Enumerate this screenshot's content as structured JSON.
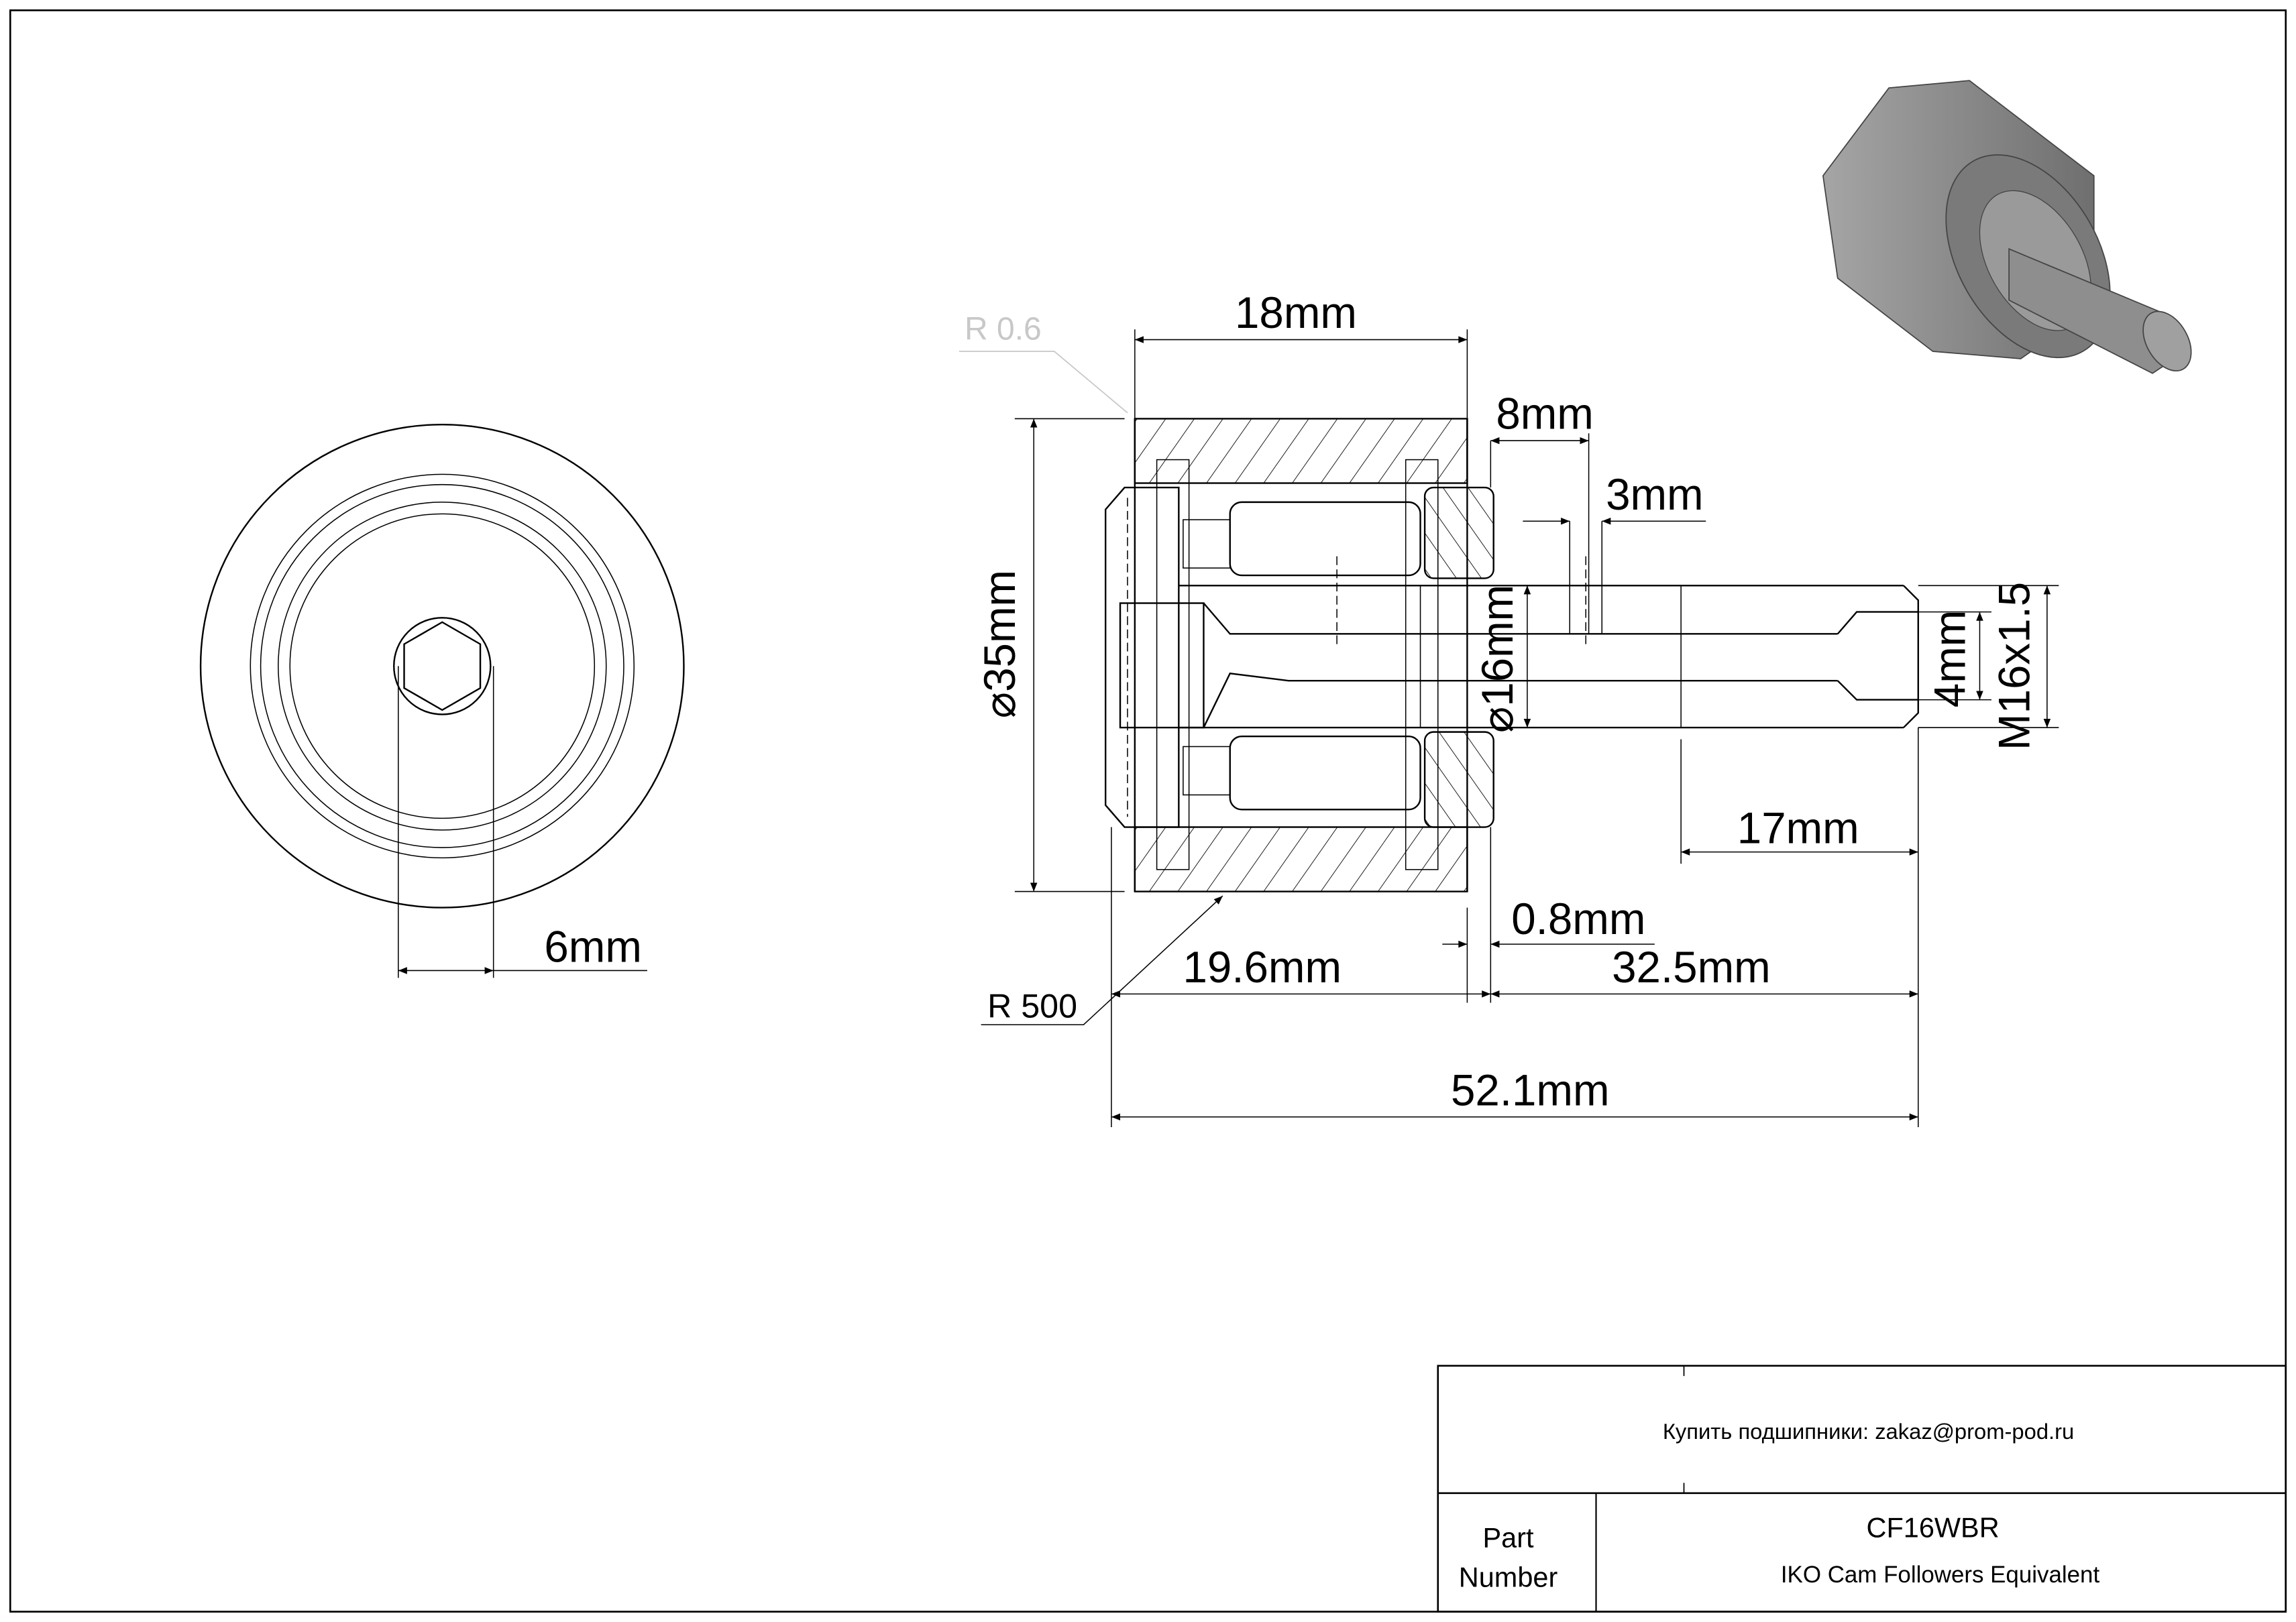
{
  "drawing": {
    "dimensions": {
      "hex_socket": "6mm",
      "width": "18mm",
      "fillet_small": "R 0.6",
      "washer_offset": "8mm",
      "oil_hole": "3mm",
      "outer_diameter": "35mm",
      "stud_diameter": "16mm",
      "hex_depth": "4mm",
      "thread": "M16x1.5",
      "thread_length": "17mm",
      "gap": "0.8mm",
      "crown_radius": "R 500",
      "head_length": "19.6mm",
      "stud_length": "32.5mm",
      "overall_length": "52.1mm"
    },
    "diameter_symbol": "⌀"
  },
  "title_block": {
    "contact": "Купить подшипники: zakaz@prom-pod.ru",
    "part_label_line1": "Part",
    "part_label_line2": "Number",
    "part_number": "CF16WBR",
    "description": "IKO Cam Followers Equivalent"
  },
  "colors": {
    "line": "#000000",
    "annotation_grey": "#c8c8c8",
    "render_grey": "#8c8c8c"
  }
}
